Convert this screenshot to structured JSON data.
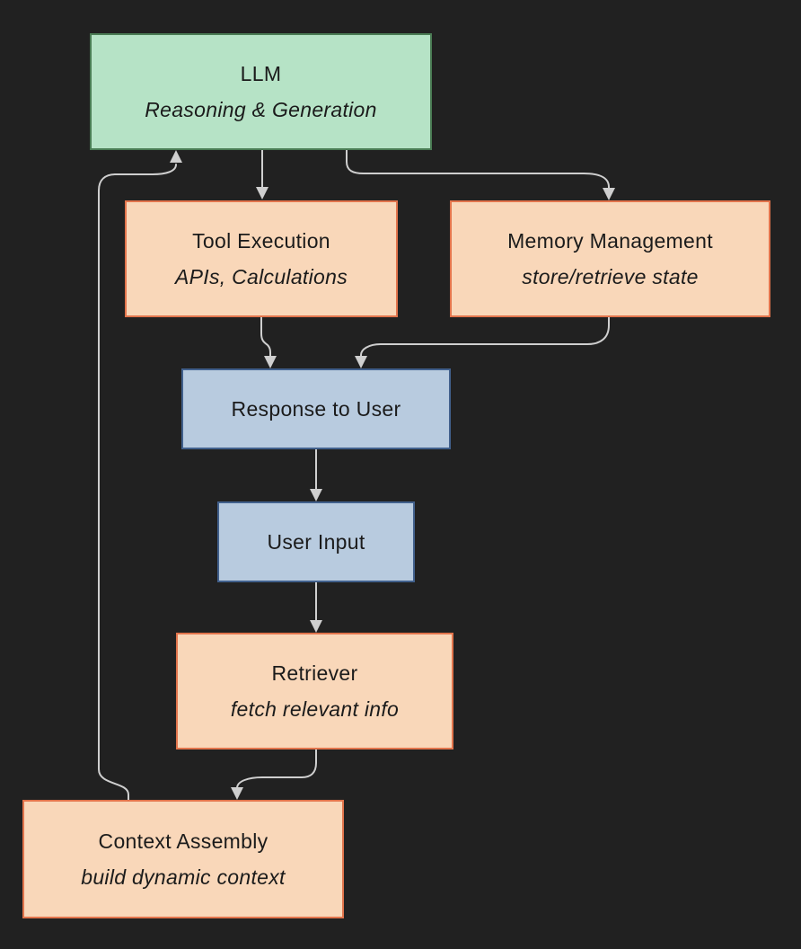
{
  "diagram": {
    "background": "#212121",
    "arrow_color": "#cfcfcf",
    "text_color": "#1b1b1b",
    "nodes": {
      "llm": {
        "title": "LLM",
        "subtitle": "Reasoning & Generation",
        "fill": "#b6e3c6",
        "border": "#4a7c54"
      },
      "tool_execution": {
        "title": "Tool Execution",
        "subtitle": "APIs, Calculations",
        "fill": "#f9d7b9",
        "border": "#e2744c"
      },
      "memory_management": {
        "title": "Memory Management",
        "subtitle": "store/retrieve state",
        "fill": "#f9d7b9",
        "border": "#e2744c"
      },
      "response_to_user": {
        "title": "Response to User",
        "fill": "#b8cbdf",
        "border": "#41608c"
      },
      "user_input": {
        "title": "User Input",
        "fill": "#b8cbdf",
        "border": "#41608c"
      },
      "retriever": {
        "title": "Retriever",
        "subtitle": "fetch relevant info",
        "fill": "#f9d7b9",
        "border": "#e2744c"
      },
      "context_assembly": {
        "title": "Context Assembly",
        "subtitle": "build dynamic context",
        "fill": "#f9d7b9",
        "border": "#e2744c"
      }
    },
    "edges": [
      {
        "from": "llm",
        "to": "tool_execution"
      },
      {
        "from": "llm",
        "to": "memory_management"
      },
      {
        "from": "tool_execution",
        "to": "response_to_user"
      },
      {
        "from": "memory_management",
        "to": "response_to_user"
      },
      {
        "from": "response_to_user",
        "to": "user_input"
      },
      {
        "from": "user_input",
        "to": "retriever"
      },
      {
        "from": "retriever",
        "to": "context_assembly"
      },
      {
        "from": "context_assembly",
        "to": "llm"
      }
    ]
  }
}
